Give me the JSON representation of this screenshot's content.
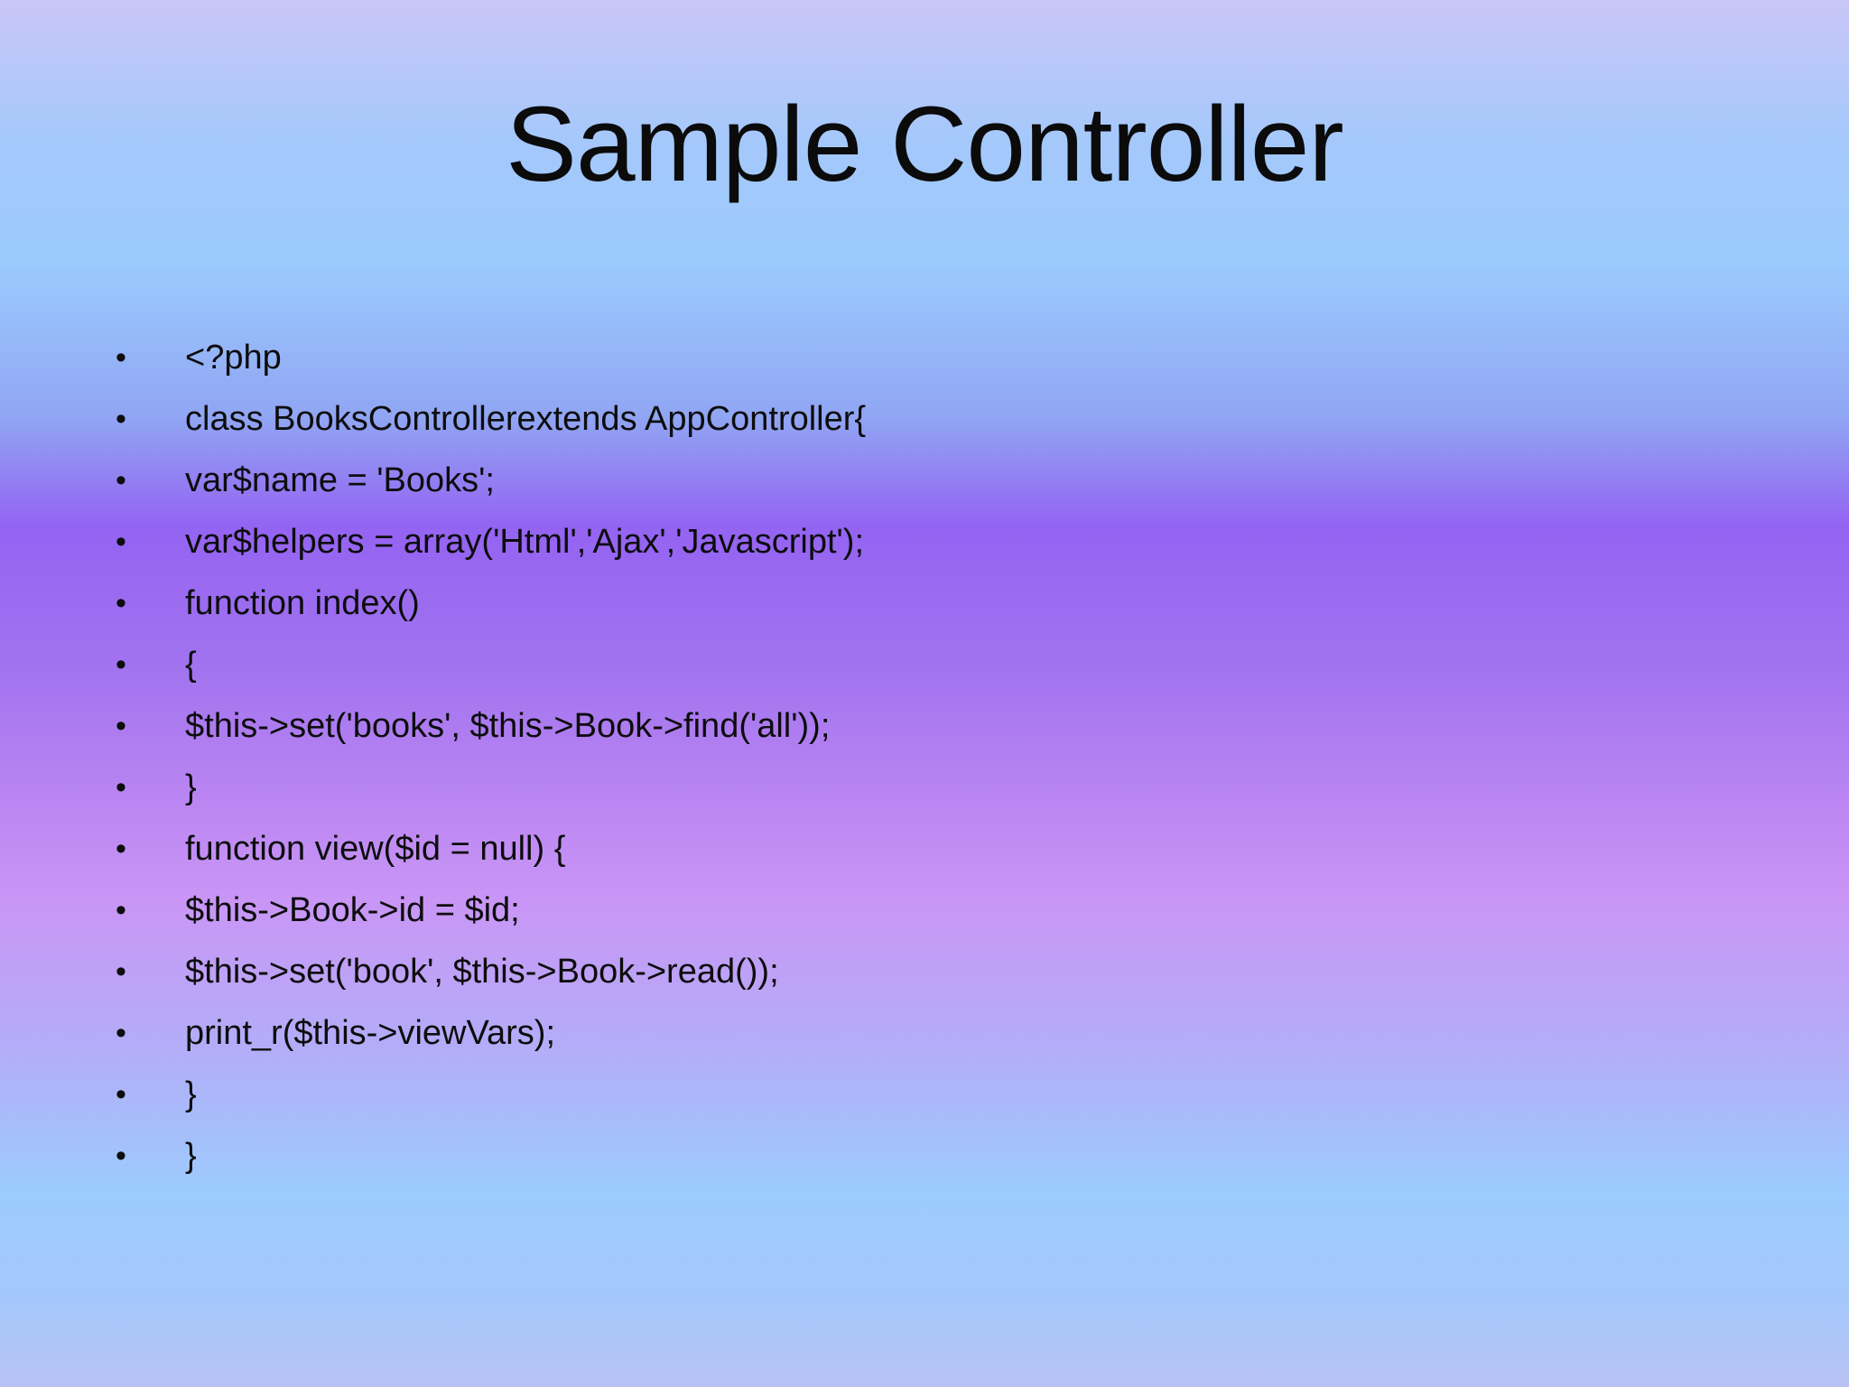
{
  "slide": {
    "title": "Sample Controller",
    "bullet_char": "•",
    "bullets": [
      "<?php",
      "class BooksControllerextends AppController{",
      "var$name = 'Books';",
      "var$helpers = array('Html','Ajax','Javascript');",
      "function index()",
      "{",
      "$this->set('books', $this->Book->find('all'));",
      "}",
      "function view($id = null) {",
      "$this->Book->id = $id;",
      "$this->set('book', $this->Book->read());",
      "print_r($this->viewVars);",
      "}",
      "}"
    ],
    "colors": {
      "text": "#0d0d0d",
      "gradient_top": "#c9c6f7",
      "gradient_sky_blue": "#9bcafd",
      "gradient_purple": "#9463f2",
      "gradient_pink": "#c996f6",
      "gradient_bottom": "#b9c2f3"
    }
  }
}
